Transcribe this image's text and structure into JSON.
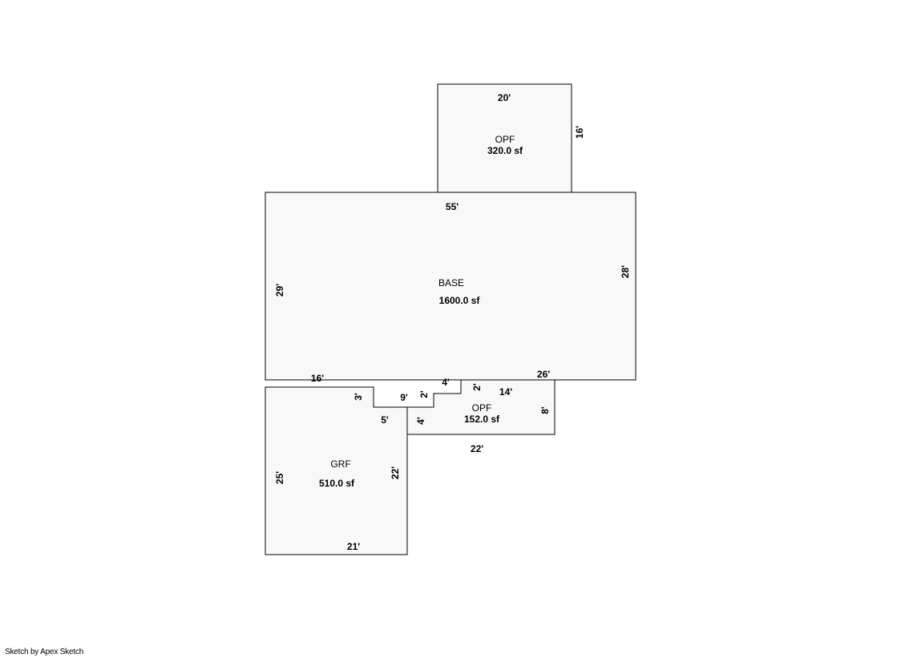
{
  "areas": {
    "opf_top": {
      "name": "OPF",
      "size": "320.0 sf",
      "dims": {
        "top": "20'",
        "right": "16'"
      }
    },
    "base": {
      "name": "BASE",
      "size": "1600.0 sf",
      "dims": {
        "top": "55'",
        "right": "28'",
        "left": "29'",
        "bottom": "26'"
      }
    },
    "opf_bottom": {
      "name": "OPF",
      "size": "152.0 sf",
      "dims": {
        "top": "14'",
        "right": "8'",
        "bottom": "22'",
        "left": "4'",
        "step_a": "2'",
        "step_b": "4'",
        "step_c": "2'",
        "step_d": "9'"
      }
    },
    "grf": {
      "name": "GRF",
      "size": "510.0 sf",
      "dims": {
        "top": "16'",
        "notch_vertical": "3'",
        "notch_horizontal": "5'",
        "right": "22'",
        "left": "25'",
        "bottom": "21'"
      }
    }
  },
  "footer": "Sketch by Apex Sketch"
}
